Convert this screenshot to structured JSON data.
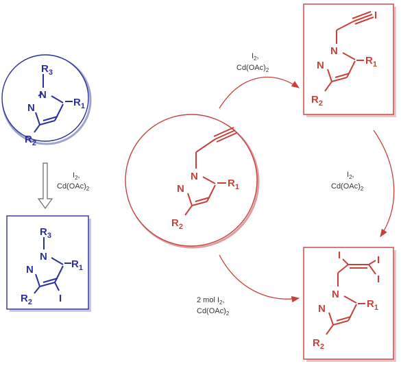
{
  "colors": {
    "blue": "#2b2f9c",
    "red": "#c8403a",
    "gray": "#666666",
    "shadow_blue": "#9ea4c8",
    "shadow_red": "#d8a0a0"
  },
  "atoms": {
    "n": "N",
    "r1": "R",
    "r1_sub": "1",
    "r2": "R",
    "r2_sub": "2",
    "r3": "R",
    "r3_sub": "3",
    "iodine": "I"
  },
  "reagents": {
    "left_arrow": {
      "line1": "I",
      "line1_sub": "2",
      "line1_tail": ",",
      "line2": "Cd(OAc)",
      "line2_sub": "2"
    },
    "top_arrow": {
      "line1": "I",
      "line1_sub": "2",
      "line1_tail": ",",
      "line2": "Cd(OAc)",
      "line2_sub": "2"
    },
    "right_arrow": {
      "line1": "I",
      "line1_sub": "2",
      "line1_tail": ",",
      "line2": "Cd(OAc)",
      "line2_sub": "2"
    },
    "bottom_arrow": {
      "line1": "2 mol I",
      "line1_sub": "2",
      "line1_tail": ",",
      "line2": "Cd(OAc)",
      "line2_sub": "2"
    }
  }
}
